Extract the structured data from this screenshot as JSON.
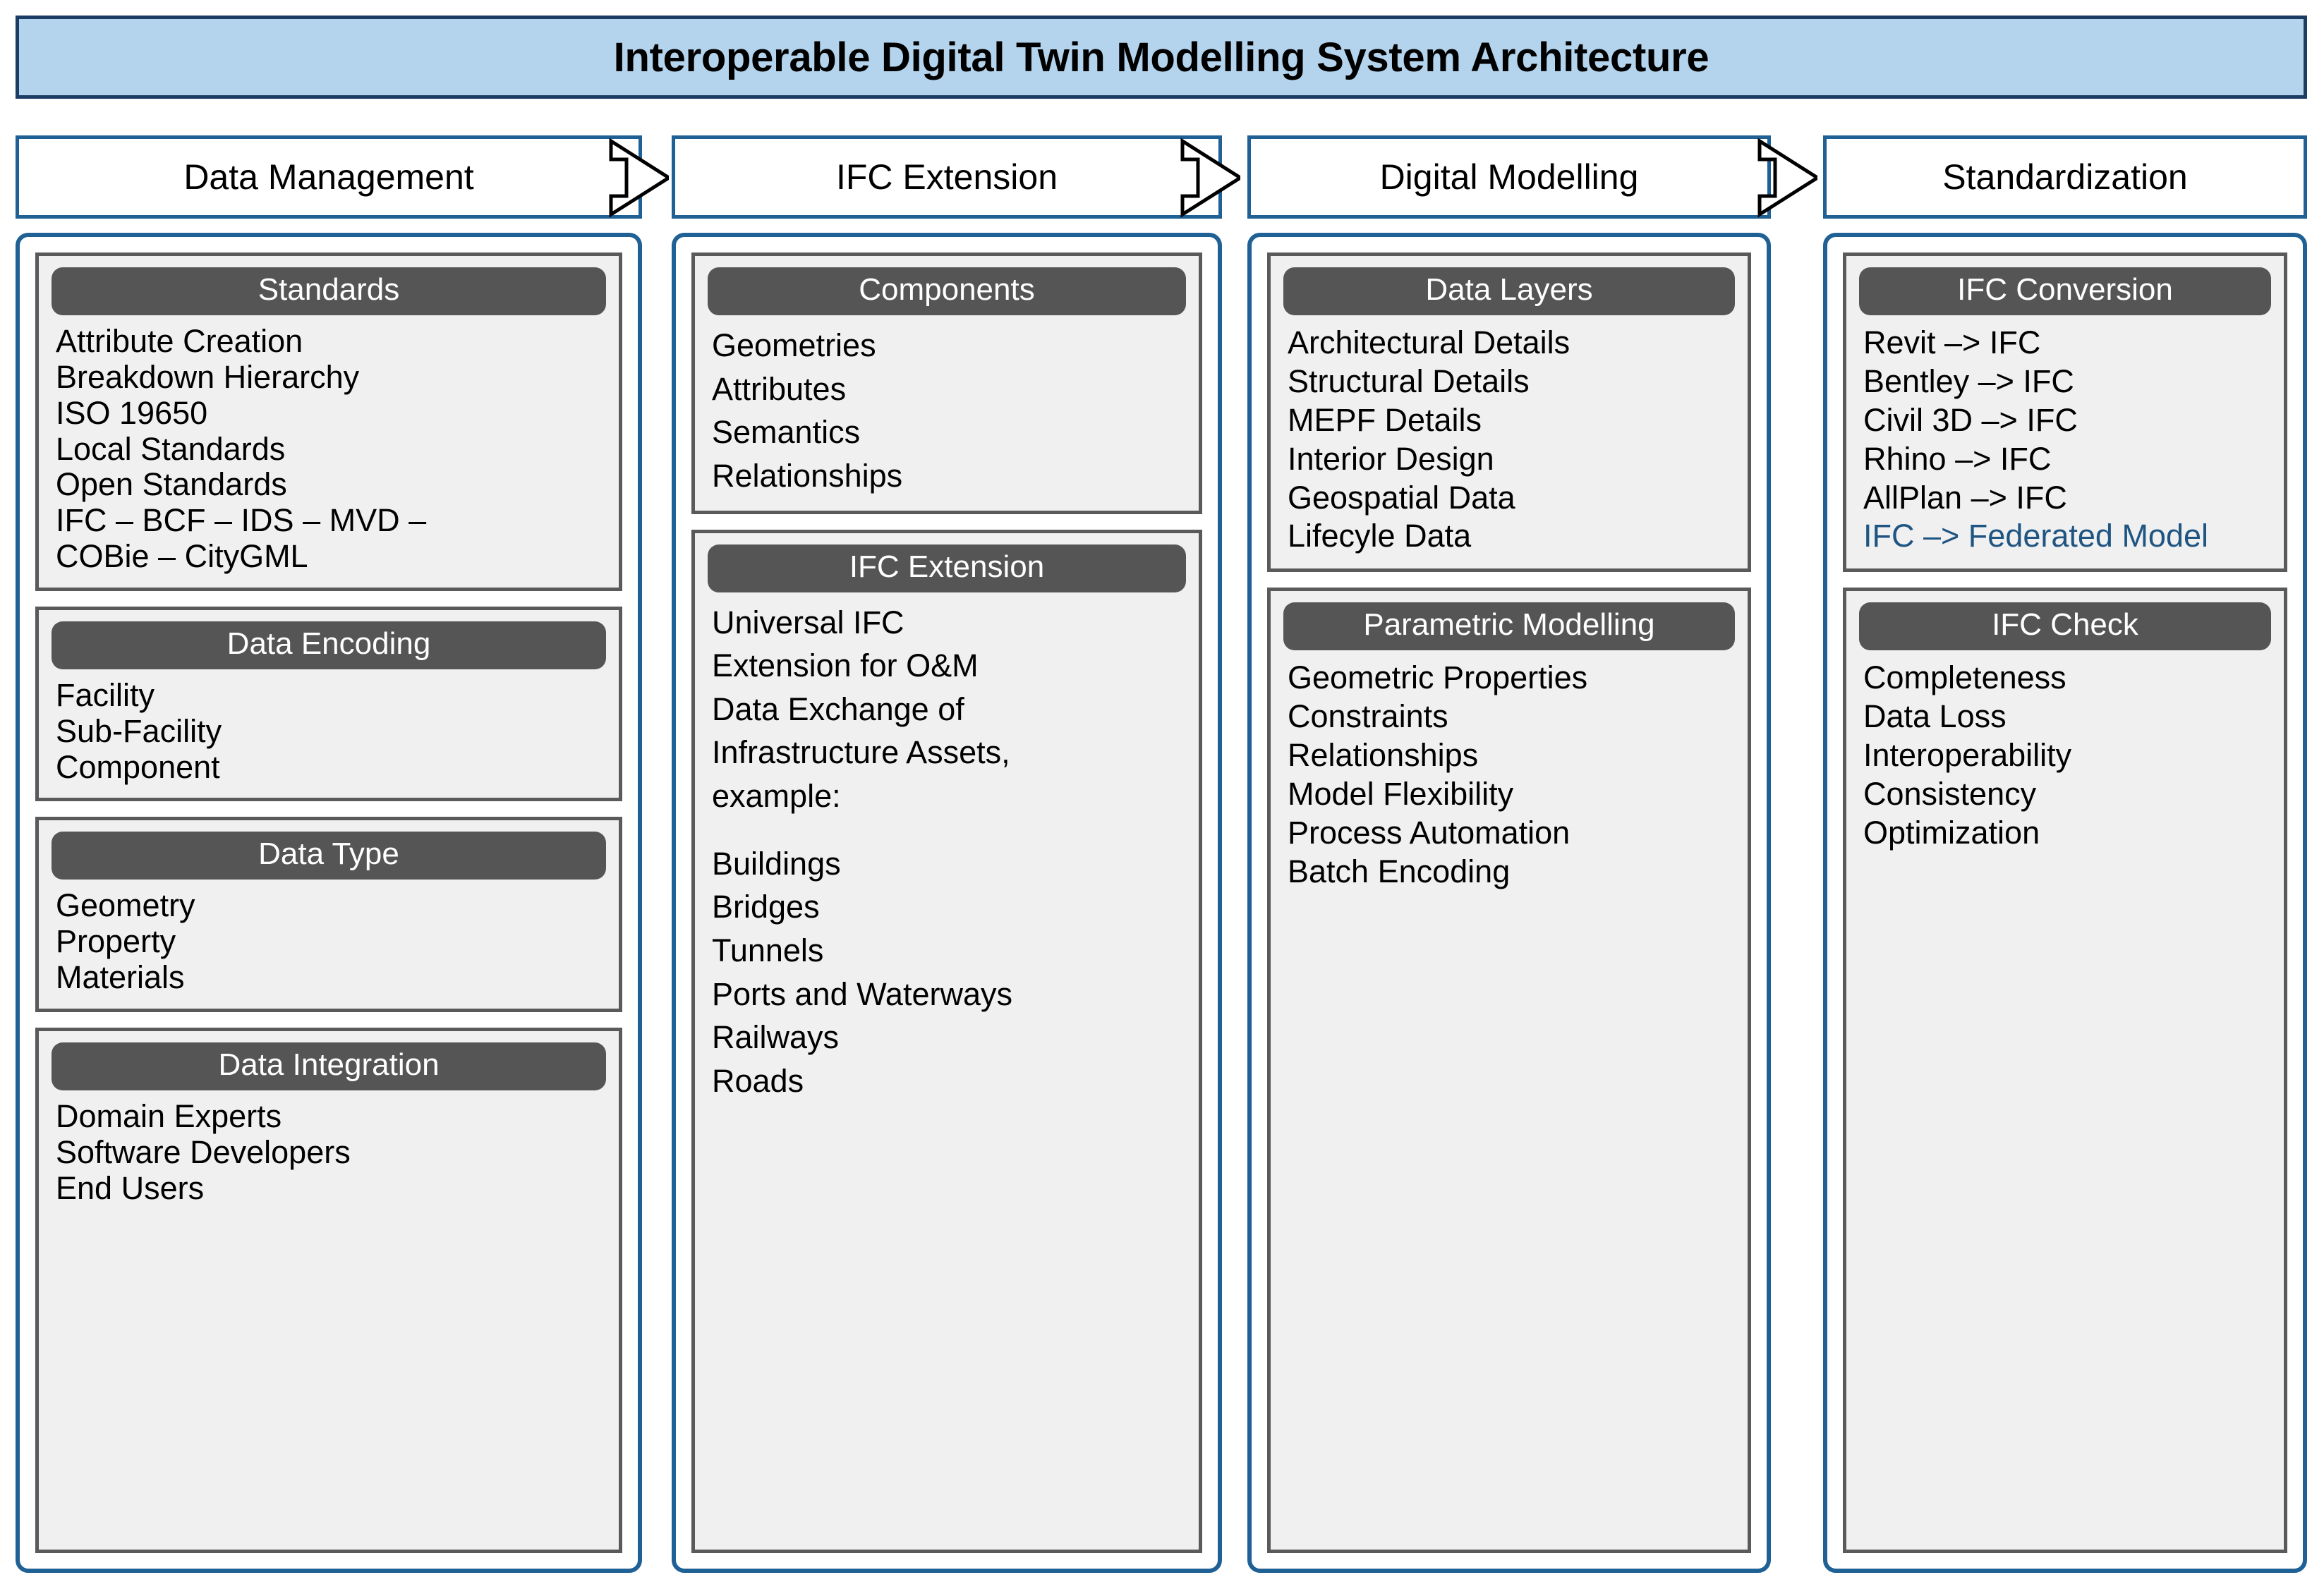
{
  "title": "Interoperable Digital Twin Modelling System Architecture",
  "colors": {
    "banner_fill": "#b4d3ec",
    "banner_border": "#1b3d63",
    "phase_border": "#1f6095",
    "column_border": "#1f6095",
    "card_fill": "#f0f0f0",
    "card_border": "#5a5a5a",
    "card_head_fill": "#555555",
    "card_head_text": "#ffffff",
    "accent_text": "#1f5582"
  },
  "phases": [
    {
      "label": "Data Management"
    },
    {
      "label": "IFC Extension"
    },
    {
      "label": "Digital Modelling"
    },
    {
      "label": "Standardization"
    }
  ],
  "arrows": [
    {
      "name": "arrow-data-management-to-ifc-extension"
    },
    {
      "name": "arrow-ifc-extension-to-digital-modelling"
    },
    {
      "name": "arrow-digital-modelling-to-standardization"
    }
  ],
  "columns": [
    {
      "id": "data-management",
      "cards": [
        {
          "heading": "Standards",
          "items": [
            "Attribute Creation",
            "Breakdown Hierarchy",
            "ISO 19650",
            "Local Standards",
            "Open Standards",
            "IFC –   BCF – IDS –   MVD –",
            "COBie –  CityGML"
          ]
        },
        {
          "heading": "Data Encoding",
          "items": [
            "Facility",
            "Sub-Facility",
            "Component"
          ]
        },
        {
          "heading": "Data Type",
          "items": [
            "Geometry",
            "Property",
            "Materials"
          ]
        },
        {
          "heading": "Data Integration",
          "items": [
            "Domain Experts",
            "Software Developers",
            "End Users"
          ]
        }
      ]
    },
    {
      "id": "ifc-extension",
      "cards": [
        {
          "heading": "Components",
          "items": [
            "Geometries",
            "Attributes",
            "Semantics",
            "Relationships"
          ]
        },
        {
          "heading": "IFC Extension",
          "items": [
            "Universal IFC",
            "Extension for O&M",
            "Data Exchange of",
            "Infrastructure Assets,",
            "example:",
            "",
            "Buildings",
            "Bridges",
            "Tunnels",
            "Ports and Waterways",
            "Railways",
            "Roads"
          ]
        }
      ]
    },
    {
      "id": "digital-modelling",
      "cards": [
        {
          "heading": "Data Layers",
          "items": [
            "Architectural Details",
            "Structural Details",
            "MEPF Details",
            "Interior Design",
            "Geospatial Data",
            "Lifecyle Data"
          ]
        },
        {
          "heading": "Parametric Modelling",
          "items": [
            "Geometric Properties",
            "Constraints",
            "Relationships",
            "Model Flexibility",
            "Process Automation",
            "Batch Encoding"
          ]
        }
      ]
    },
    {
      "id": "standardization",
      "cards": [
        {
          "heading": "IFC Conversion",
          "items": [
            "Revit –> IFC",
            "Bentley –> IFC",
            "Civil 3D –> IFC",
            "Rhino –> IFC",
            "AllPlan –> IFC",
            "IFC –> Federated Model"
          ],
          "accent_index": 5
        },
        {
          "heading": "IFC Check",
          "items": [
            "Completeness",
            "Data Loss",
            "Interoperability",
            "Consistency",
            "Optimization"
          ]
        }
      ]
    }
  ]
}
